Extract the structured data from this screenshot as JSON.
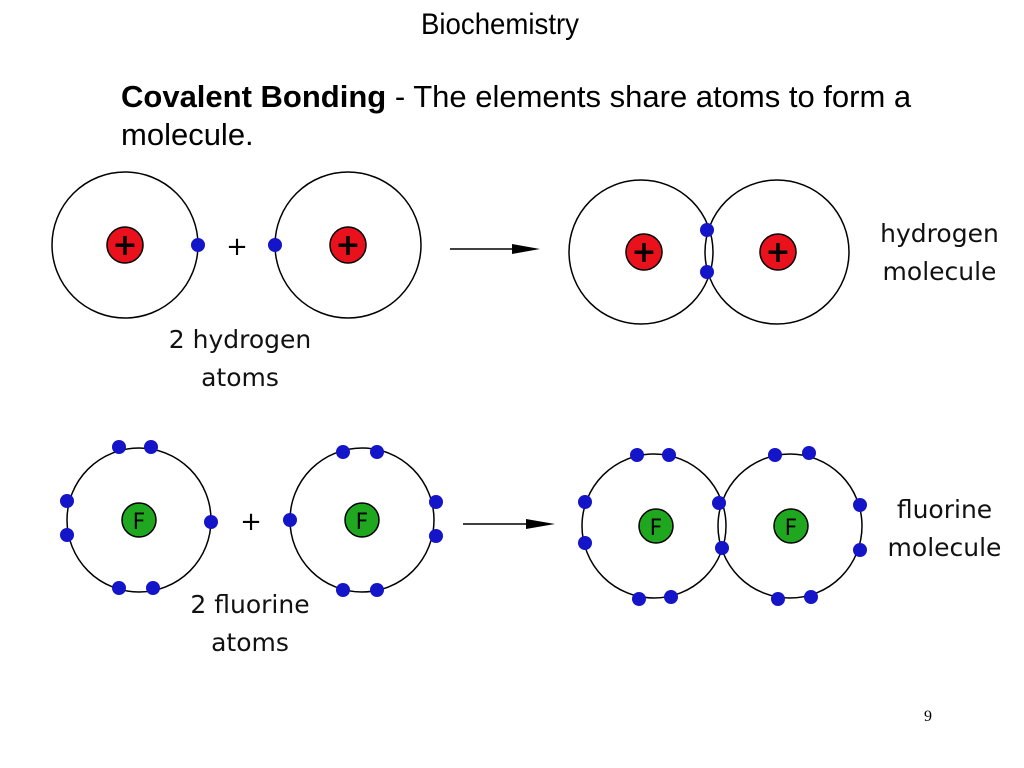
{
  "slide": {
    "title": "Biochemistry",
    "heading_term": "Covalent Bonding",
    "heading_rest": " - The elements share atoms to form a molecule.",
    "page_number": "9"
  },
  "diagram": {
    "operator": "+",
    "nucleus_symbol_hydrogen": "+",
    "nucleus_symbol_fluorine": "F",
    "labels": {
      "hydrogen_atoms": [
        "2 hydrogen",
        "atoms"
      ],
      "hydrogen_molecule": [
        "hydrogen",
        "molecule"
      ],
      "fluorine_atoms": [
        "2 fluorine",
        "atoms"
      ],
      "fluorine_molecule": [
        "fluorine",
        "molecule"
      ]
    },
    "colors": {
      "hydrogen_nucleus": "#e8111c",
      "fluorine_nucleus": "#1fa81f",
      "electron": "#1414c8",
      "orbit": "#000000"
    }
  }
}
